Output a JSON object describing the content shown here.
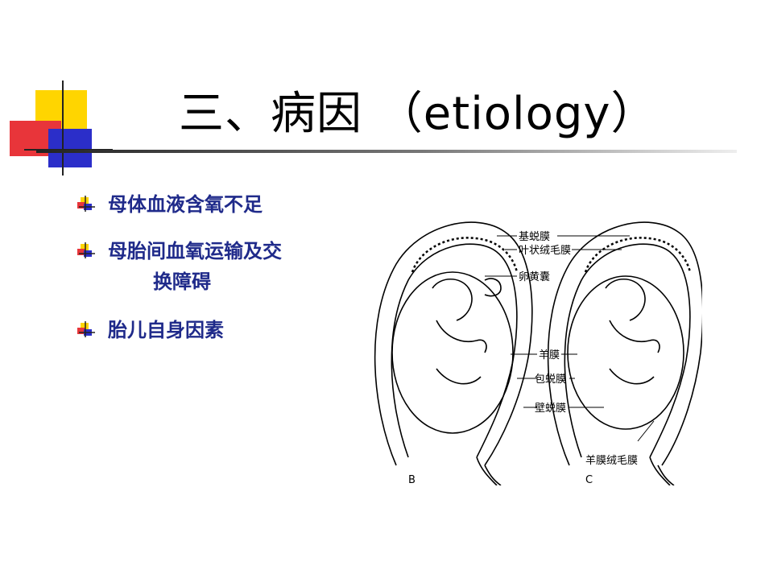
{
  "slide": {
    "title": "三、病因 （etiology）",
    "bullets": [
      {
        "text": "母体血液含氧不足"
      },
      {
        "text": "母胎间血氧运输及交",
        "continuation": "换障碍"
      },
      {
        "text": "胎儿自身因素"
      }
    ]
  },
  "figure": {
    "labels": {
      "decidua_basalis": "基蜕膜",
      "chorion_frondosum": "叶状绒毛膜",
      "yolk_sac": "卵黄囊",
      "amnion": "羊膜",
      "decidua_capsularis": "包蜕膜",
      "decidua_parietalis": "壁蜕膜",
      "amniochorion": "羊膜绒毛膜"
    },
    "panel_b": "B",
    "panel_c": "C"
  },
  "colors": {
    "bullet_text": "#1f2a8a",
    "deco_yellow": "#ffd500",
    "deco_red": "#e8353a",
    "deco_blue": "#2b2ec9"
  }
}
